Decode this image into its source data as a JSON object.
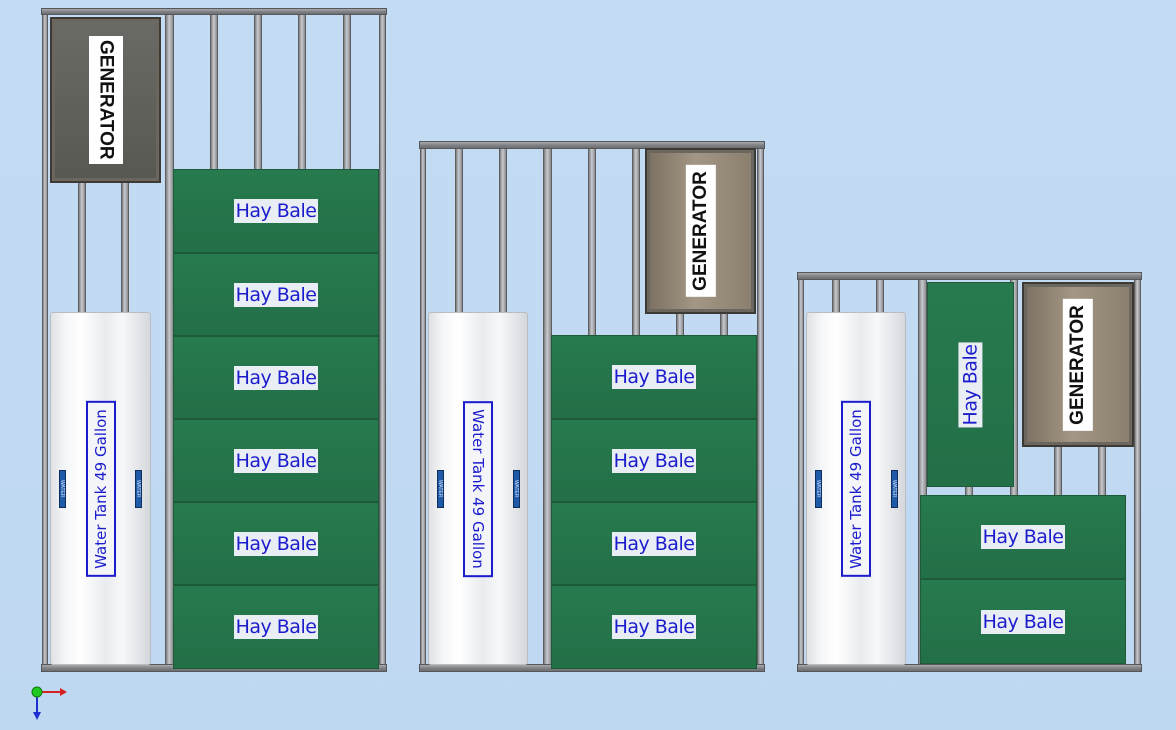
{
  "frames": [
    {
      "generator": {
        "label": "GENERATOR"
      },
      "water_tank": {
        "label": "Water Tank 49 Gallon",
        "tag": "WATER"
      },
      "hay_bales": [
        "Hay Bale",
        "Hay Bale",
        "Hay Bale",
        "Hay Bale",
        "Hay Bale",
        "Hay Bale"
      ]
    },
    {
      "generator": {
        "label": "GENERATOR"
      },
      "water_tank": {
        "label": "Water Tank 49 Gallon",
        "tag": "WATER"
      },
      "hay_bales": [
        "Hay Bale",
        "Hay Bale",
        "Hay Bale",
        "Hay Bale"
      ]
    },
    {
      "generator": {
        "label": "GENERATOR"
      },
      "water_tank": {
        "label": "Water Tank 49 Gallon",
        "tag": "WATER"
      },
      "hay_bales": [
        "Hay Bale",
        "Hay Bale",
        "Hay Bale"
      ]
    }
  ],
  "colors": {
    "hay_bale": "#277a4e",
    "hay_label_text": "#1b1ccc",
    "generator_frame1": "#5f605a",
    "generator_brown": "#8f8475",
    "water_tag": "#1f5aa8",
    "background": "#c4dcf3"
  },
  "axis_triad": {
    "icons": [
      "x-axis-arrow-icon",
      "y-axis-dot-icon",
      "z-axis-arrow-icon"
    ]
  }
}
